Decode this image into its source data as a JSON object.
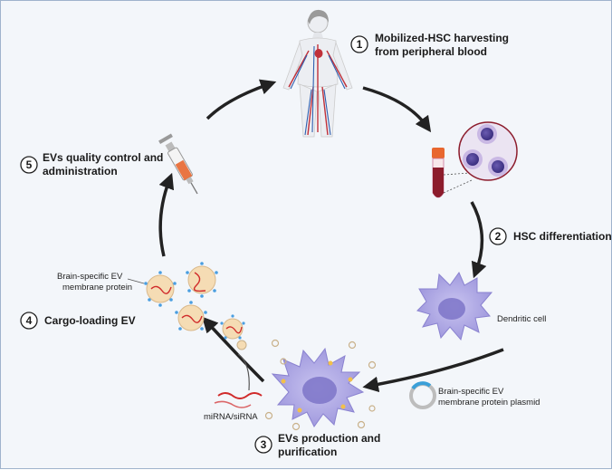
{
  "steps": [
    {
      "number": "1",
      "line1": "Mobilized-HSC harvesting",
      "line2": "from peripheral blood"
    },
    {
      "number": "2",
      "line1": "HSC differentiation",
      "line2": ""
    },
    {
      "number": "3",
      "line1": "EVs production and",
      "line2": "purification"
    },
    {
      "number": "4",
      "line1": "Cargo-loading EV",
      "line2": ""
    },
    {
      "number": "5",
      "line1": "EVs quality control and",
      "line2": "administration"
    }
  ],
  "labels": {
    "dendritic_cell": "Dendritic cell",
    "plasmid_line1": "Brain-specific EV",
    "plasmid_line2": "membrane protein plasmid",
    "mirna": "miRNA/siRNA",
    "ev_protein_line1": "Brain-specific EV",
    "ev_protein_line2": "membrane protein"
  },
  "colors": {
    "arrow": "#222222",
    "cell": "#a9a3e0",
    "nucleus": "#7d74c8",
    "blood": "#8c1c2c",
    "tube_cap": "#e8672f",
    "ev": "#f5dcb4",
    "protein": "#4a9ee0"
  }
}
